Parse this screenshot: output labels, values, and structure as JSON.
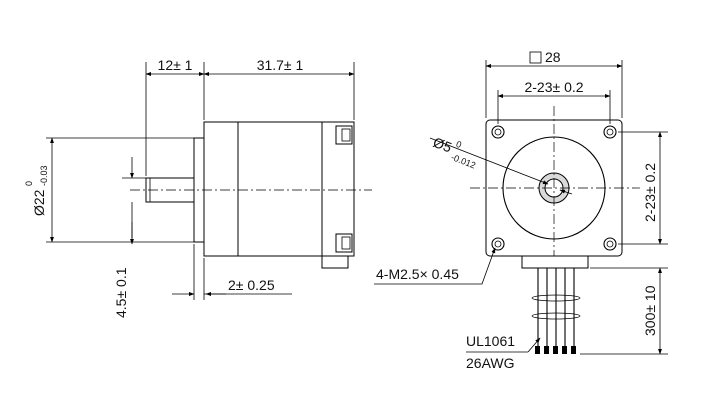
{
  "side_view": {
    "dim_shaft_length": "12± 1",
    "dim_body_length": "31.7± 1",
    "dim_boss_diameter_prefix": "Ø22",
    "dim_boss_diameter_tol_upper": "0",
    "dim_boss_diameter_tol_lower": "-0.03",
    "dim_boss_height": "4.5± 0.1",
    "dim_flange_thickness": "2± 0.25"
  },
  "front_view": {
    "dim_square": "28",
    "dim_hole_spacing_h": "2-23± 0.2",
    "dim_hole_spacing_v": "2-23± 0.2",
    "dim_shaft_prefix": "Ø5",
    "dim_shaft_tol_upper": "0",
    "dim_shaft_tol_lower": "-0.012",
    "dim_mount_holes": "4-M2.5× 0.45",
    "dim_lead_length": "300± 10",
    "wire_spec_line1": "UL1061",
    "wire_spec_line2": "26AWG"
  }
}
